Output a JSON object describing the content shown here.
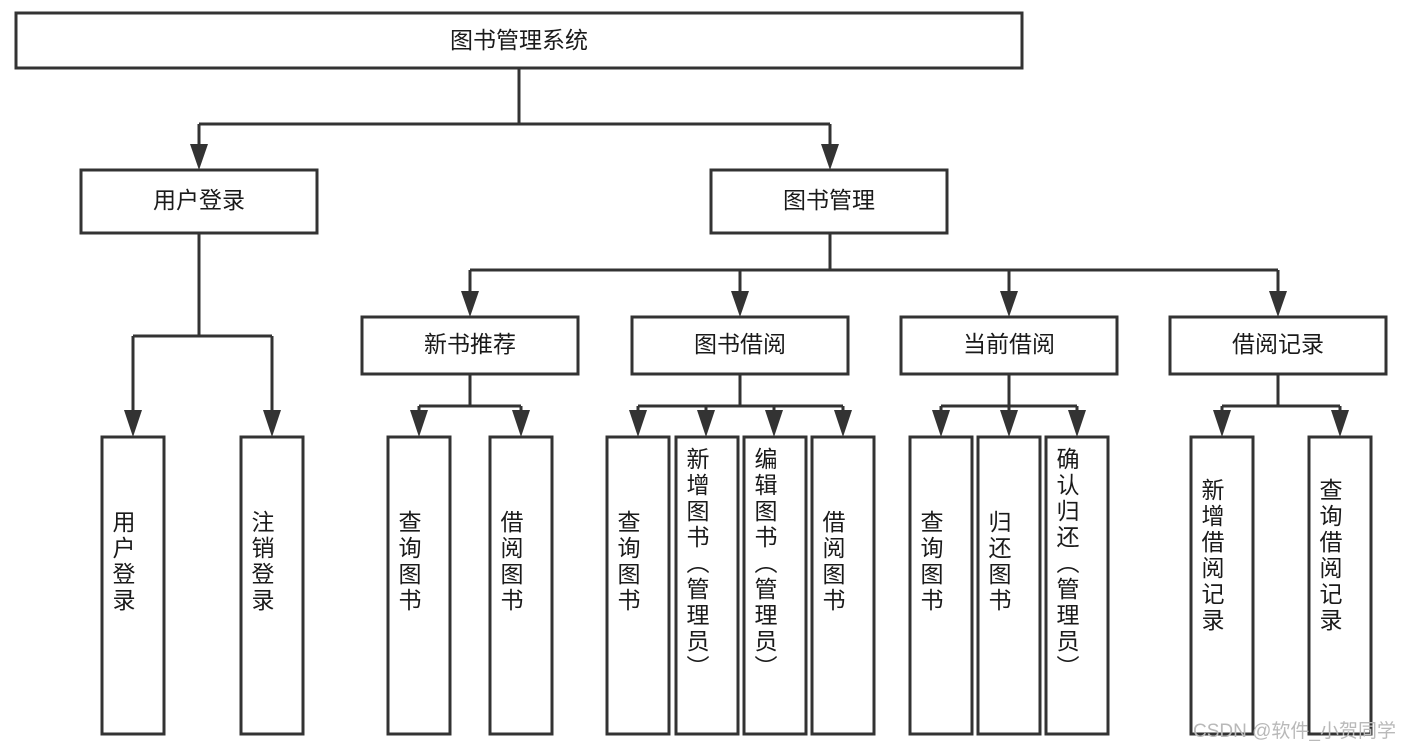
{
  "diagram": {
    "title": "图书管理系统",
    "type": "hierarchy-tree",
    "colors": {
      "box_stroke": "#333333",
      "box_fill": "#ffffff",
      "text": "#1a1a1a",
      "background": "#ffffff",
      "watermark": "#b9b9b9"
    },
    "root": {
      "label": "图书管理系统"
    },
    "level2": [
      {
        "label": "用户登录"
      },
      {
        "label": "图书管理"
      }
    ],
    "level3": [
      {
        "label": "新书推荐"
      },
      {
        "label": "图书借阅"
      },
      {
        "label": "当前借阅"
      },
      {
        "label": "借阅记录"
      }
    ],
    "leaves": {
      "user_login": [
        {
          "label": "用户登录"
        },
        {
          "label": "注销登录"
        }
      ],
      "new_book_recommend": [
        {
          "label": "查询图书"
        },
        {
          "label": "借阅图书"
        }
      ],
      "book_borrow": [
        {
          "label": "查询图书"
        },
        {
          "label": "新增图书（管理员）"
        },
        {
          "label": "编辑图书（管理员）"
        },
        {
          "label": "借阅图书"
        }
      ],
      "current_borrow": [
        {
          "label": "查询图书"
        },
        {
          "label": "归还图书"
        },
        {
          "label": "确认归还（管理员）"
        }
      ],
      "borrow_record": [
        {
          "label": "新增借阅记录"
        },
        {
          "label": "查询借阅记录"
        }
      ]
    }
  },
  "watermark": {
    "text": "CSDN @软件_小贺同学"
  }
}
